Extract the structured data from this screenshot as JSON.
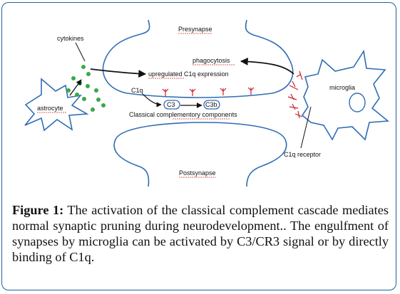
{
  "diagram": {
    "labels": {
      "cytokines": "cytokines",
      "presynapse": "Presynapse",
      "phagocytosis": "phagocytosis",
      "upregulated": "upregulated C1q expression",
      "microglia": "microglia",
      "c1q": "C1q",
      "c3": "C3",
      "c3b": "C3b",
      "classical": "Classical complementory components",
      "astrocyte": "astrocyte",
      "c1q_receptor": "C1q receptor",
      "postsynapse": "Postsynapse"
    },
    "colors": {
      "outline": "#2f6db5",
      "arrow": "#111111",
      "dots": "#3aa84a",
      "c1q_mark": "#d0212a",
      "underline": "#c0392b",
      "border": "#1f5f9b"
    }
  },
  "caption": {
    "label": "Figure 1:",
    "text": "The activation of the classical complement cascade mediates normal synaptic pruning during neurodevelopment.. The engulfment of synapses by microglia can be activated by C3/CR3 signal or by directly binding of C1q."
  }
}
